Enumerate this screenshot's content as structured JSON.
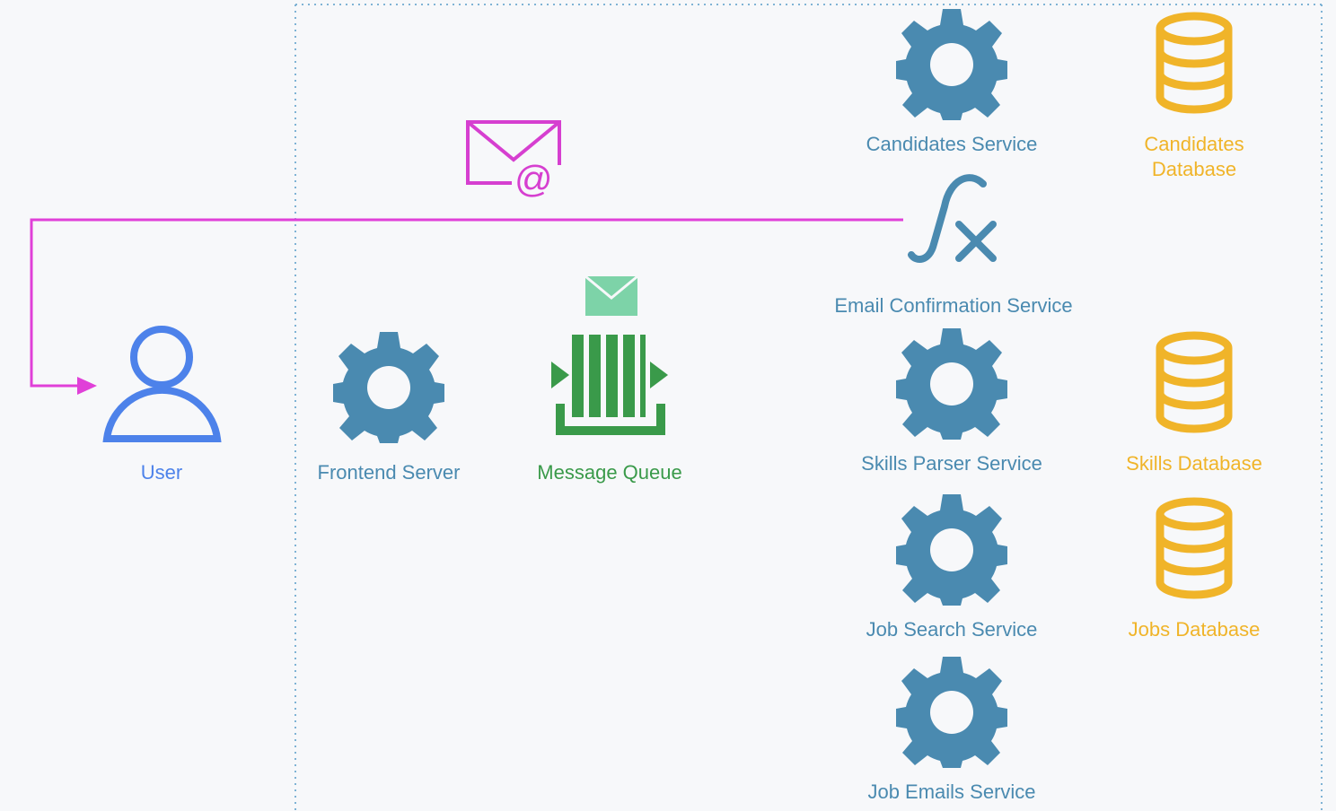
{
  "user": {
    "label": "User"
  },
  "frontend": {
    "label": "Frontend Server"
  },
  "queue": {
    "label": "Message Queue"
  },
  "services": {
    "candidates": "Candidates Service",
    "email_confirmation": "Email Confirmation Service",
    "skills_parser": "Skills Parser Service",
    "job_search": "Job Search Service",
    "job_emails": "Job Emails Service"
  },
  "databases": {
    "candidates_line1": "Candidates",
    "candidates_line2": "Database",
    "skills": "Skills Database",
    "jobs": "Jobs Database"
  },
  "colors": {
    "service": "#4a8ab0",
    "database": "#f0b429",
    "queue": "#3a9a4a",
    "user": "#4d82ea",
    "email_flow": "#e040d8",
    "boundary": "#7fb3d5"
  }
}
